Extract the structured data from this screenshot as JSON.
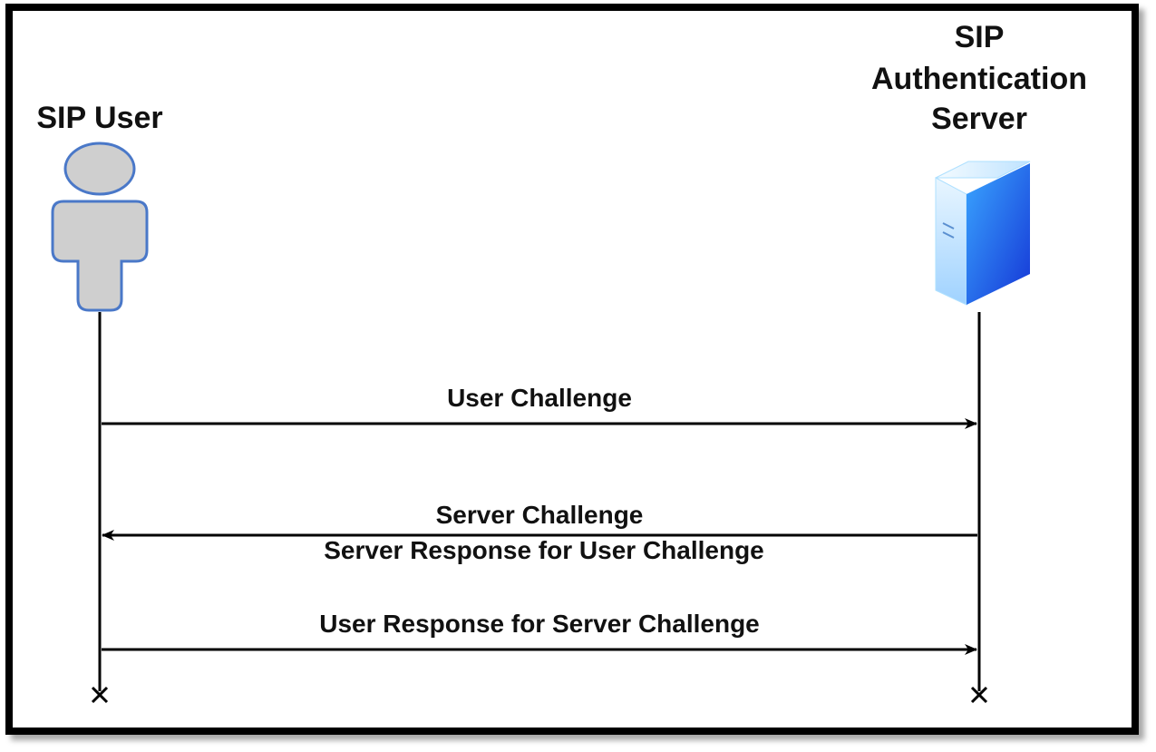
{
  "participants": {
    "user": {
      "title": "SIP User"
    },
    "server": {
      "title_lines": [
        "SIP",
        "Authentication",
        "Server"
      ]
    }
  },
  "messages": [
    {
      "label": "User Challenge",
      "from": "user",
      "to": "server"
    },
    {
      "label": "Server Challenge",
      "label2": "Server Response for User Challenge",
      "from": "server",
      "to": "user"
    },
    {
      "label": "User Response for Server Challenge",
      "from": "user",
      "to": "server"
    }
  ],
  "colors": {
    "frame": "#000000",
    "actor_fill": "#cfcfcf",
    "actor_stroke": "#4a78c8",
    "server_blue": "#1e6ff0"
  }
}
